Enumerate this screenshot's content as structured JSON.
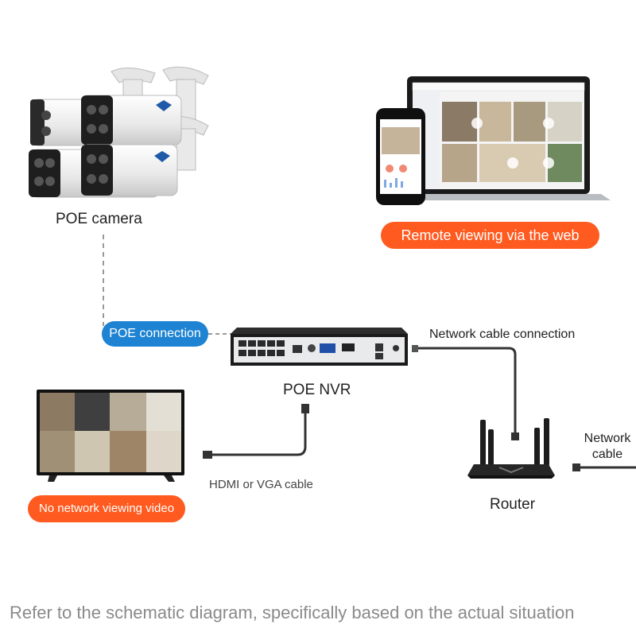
{
  "camera": {
    "label": "POE camera"
  },
  "web_view": {
    "label": "Remote viewing via the web",
    "color": "#ff5a1f"
  },
  "poe_connection": {
    "label": "POE connection",
    "color": "#1e83d2"
  },
  "nvr": {
    "label": "POE NVR"
  },
  "network_connection": {
    "label": "Network cable connection"
  },
  "tv_view": {
    "label": "No network viewing video",
    "color": "#ff5a1f"
  },
  "hdmi": {
    "label": "HDMI or VGA cable"
  },
  "router": {
    "label": "Router"
  },
  "network_cable": {
    "line1": "Network",
    "line2": "cable"
  },
  "footer": {
    "text": "Refer to the schematic diagram, specifically based on the actual situation"
  }
}
